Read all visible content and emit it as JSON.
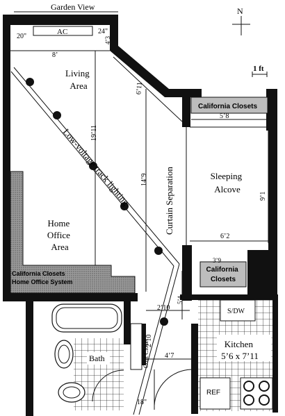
{
  "title": "Garden View",
  "compass": "N",
  "scale_label": "1 ft",
  "rooms": {
    "living": [
      "Living",
      "Area"
    ],
    "home_office": [
      "Home",
      "Office",
      "Area"
    ],
    "sleeping": [
      "Sleeping",
      "Alcove"
    ],
    "kitchen": [
      "Kitchen",
      "5’6 x 7’11"
    ],
    "bath": "Bath"
  },
  "labels": {
    "ac": "AC",
    "track_lighting": "Low-voltage track lighting",
    "curtain": "Curtain Separation",
    "closets_top": "California Closets",
    "closets_mid": [
      "California",
      "Closets"
    ],
    "closets_office": [
      "California Closets",
      "Home Office System"
    ],
    "coat_closet": "Coat Closet",
    "dishwasher": "S/DW",
    "fridge": "REF"
  },
  "dimensions": {
    "ac_left": "20\"",
    "ac_right": "24\"",
    "top_4_3": "4’3",
    "living_width": "8’",
    "diag_6_11": "6’11",
    "left_19_11": "19’11",
    "center_14_9": "14’9",
    "alcove_5_8": "5’8",
    "alcove_9_1": "9’1",
    "alcove_6_2": "6’2",
    "closet_3_9": "3’9",
    "hall_5_4": "5’4",
    "hall_2_10": "2’10",
    "coat_2_10": "2’10",
    "hall_4_7": "4’7",
    "door_18": "18\""
  }
}
